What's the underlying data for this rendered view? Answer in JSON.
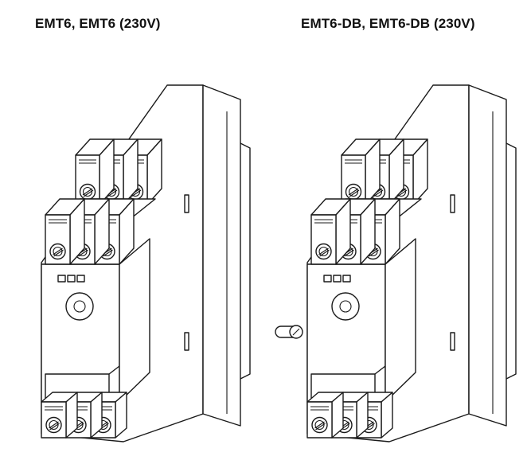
{
  "captions": {
    "left": "EMT6, EMT6 (230V)",
    "right": "EMT6-DB, EMT6-DB (230V)"
  },
  "devices": [
    {
      "id": "emt6",
      "has_reset_knob": false
    },
    {
      "id": "emt6-db",
      "has_reset_knob": true
    }
  ]
}
